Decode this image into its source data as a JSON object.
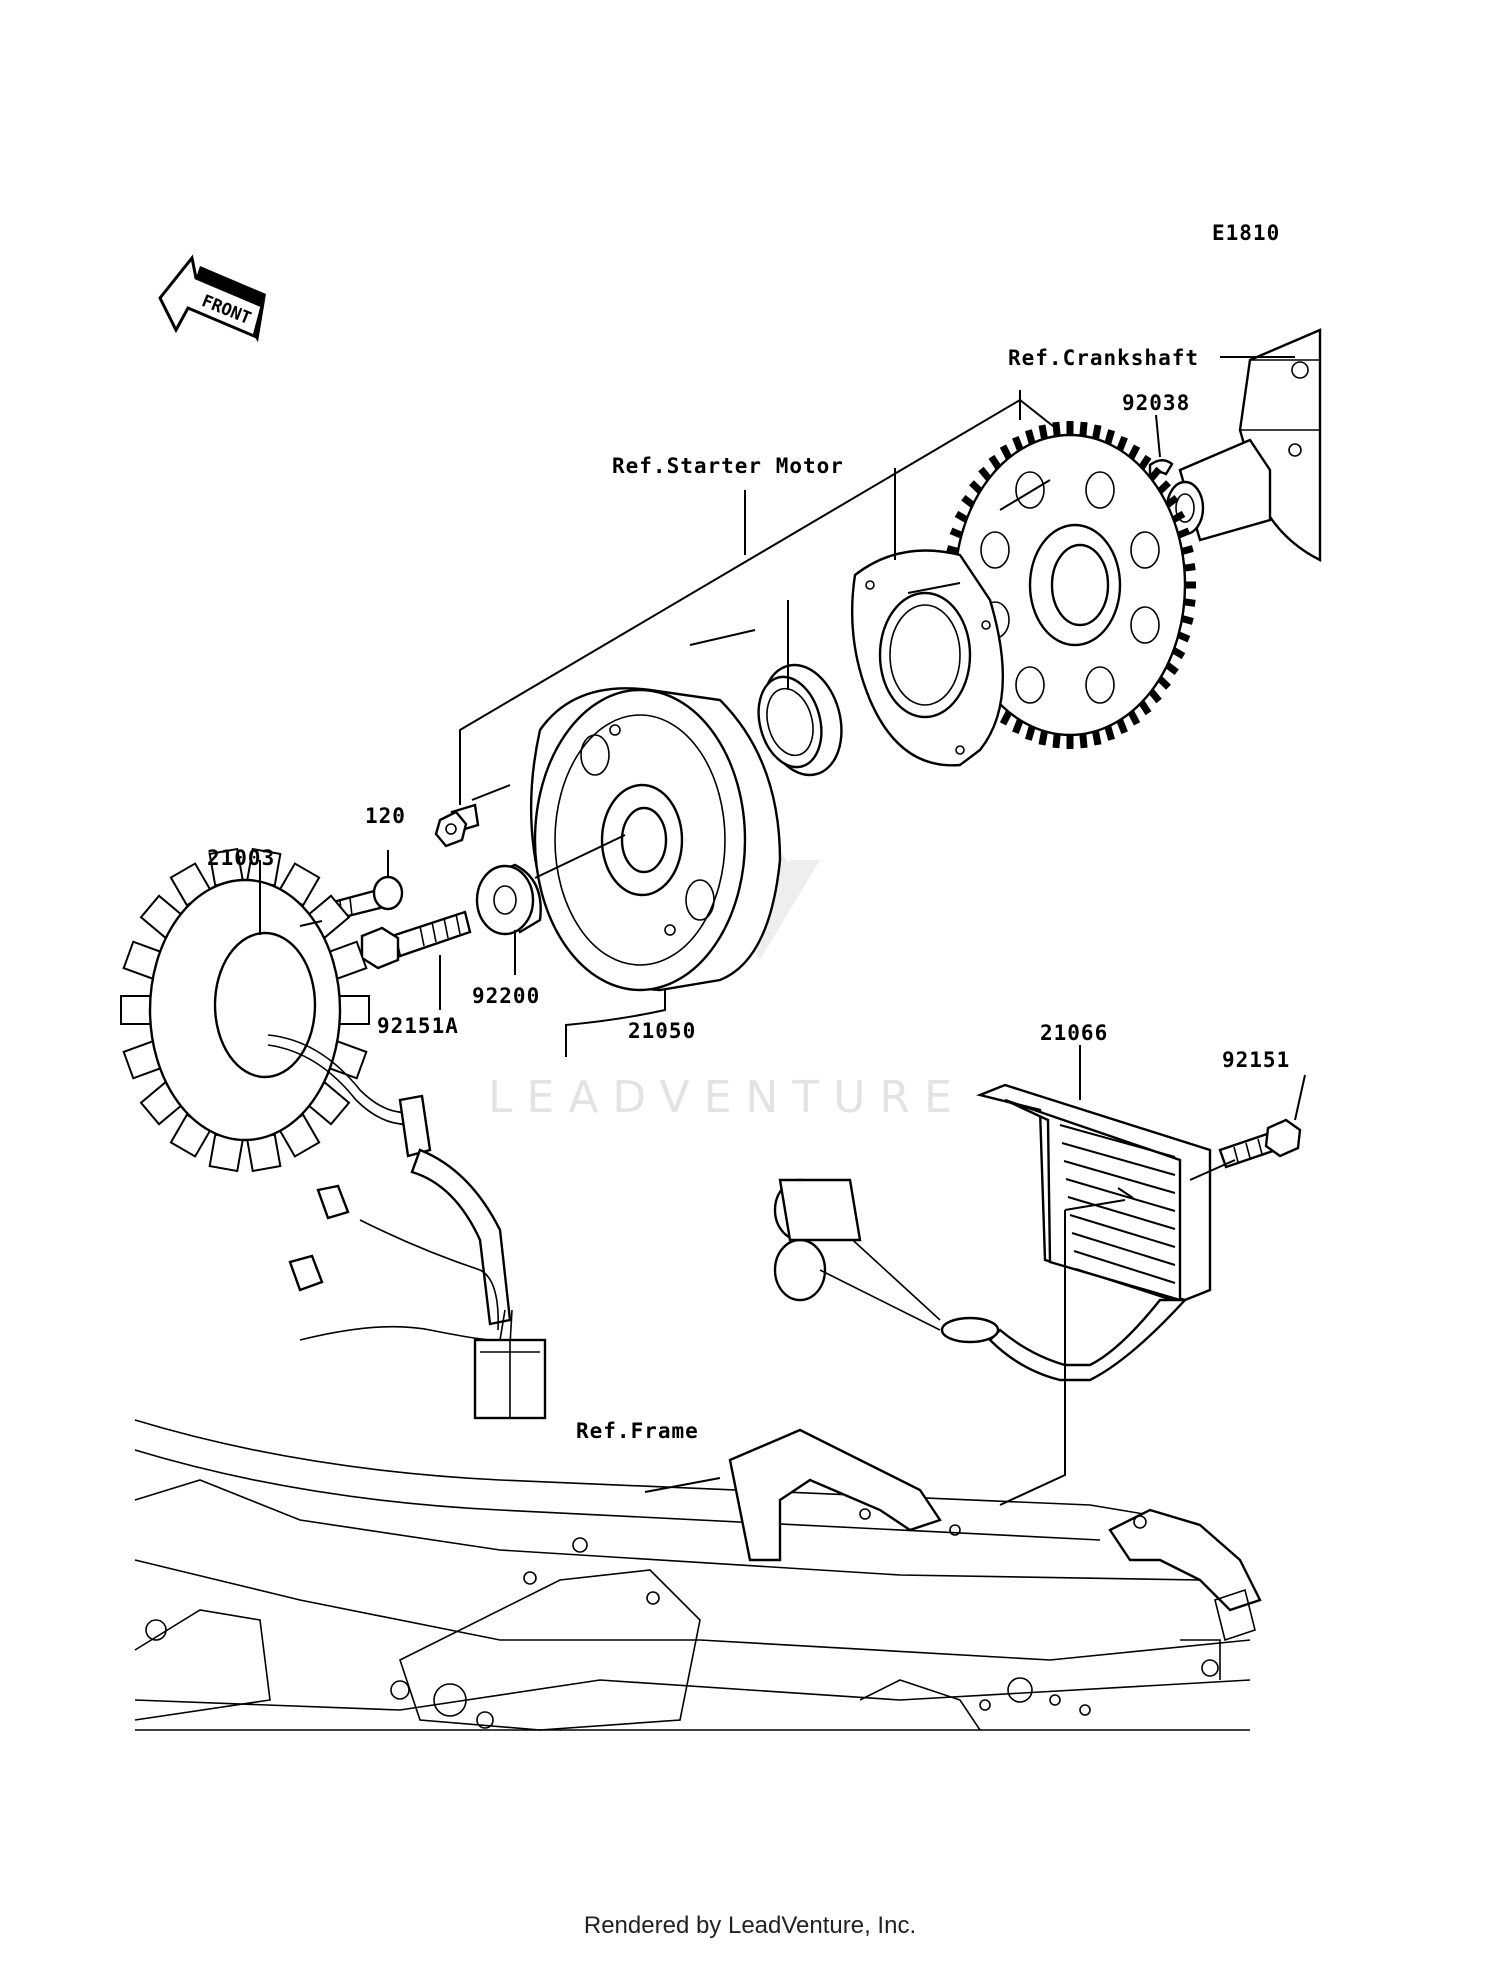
{
  "diagram_code": "E1810",
  "front_arrow_label": "FRONT",
  "watermark": "LEADVENTURE",
  "footer": "Rendered by LeadVenture, Inc.",
  "refs": {
    "crankshaft": "Ref.Crankshaft",
    "starter_motor": "Ref.Starter Motor",
    "frame": "Ref.Frame"
  },
  "part_numbers": {
    "p92038": "92038",
    "p120": "120",
    "p21003": "21003",
    "p92151A": "92151A",
    "p92200": "92200",
    "p21050": "21050",
    "p21066": "21066",
    "p92151": "92151"
  },
  "parts": [
    {
      "number": "21003",
      "description": "stator"
    },
    {
      "number": "21050",
      "description": "flywheel rotor"
    },
    {
      "number": "21066",
      "description": "regulator rectifier"
    },
    {
      "number": "92200",
      "description": "washer"
    },
    {
      "number": "92151A",
      "description": "bolt"
    },
    {
      "number": "120",
      "description": "bolt"
    },
    {
      "number": "92151",
      "description": "bolt"
    },
    {
      "number": "92038",
      "description": "key"
    }
  ]
}
